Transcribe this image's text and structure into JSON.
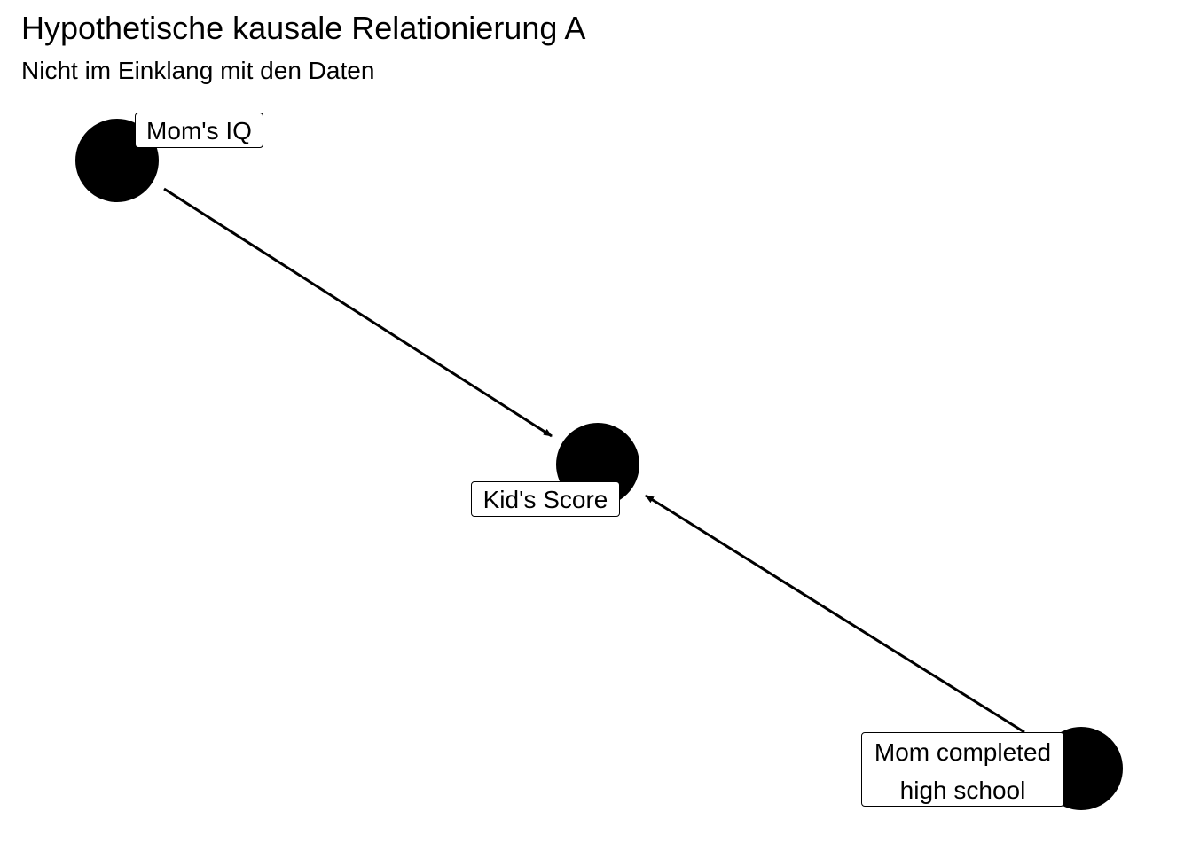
{
  "title": "Hypothetische kausale Relationierung A",
  "subtitle": "Nicht im Einklang mit den Daten",
  "nodes": [
    {
      "id": "mom_iq",
      "label": "Mom's IQ"
    },
    {
      "id": "kid_score",
      "label": "Kid's Score"
    },
    {
      "id": "mom_hs",
      "label_line1": "Mom completed",
      "label_line2": "high school"
    }
  ],
  "edges": [
    {
      "from": "mom_iq",
      "to": "kid_score"
    },
    {
      "from": "mom_hs",
      "to": "kid_score"
    }
  ],
  "colors": {
    "node": "#000000",
    "edge": "#000000",
    "label_bg": "#ffffff"
  }
}
